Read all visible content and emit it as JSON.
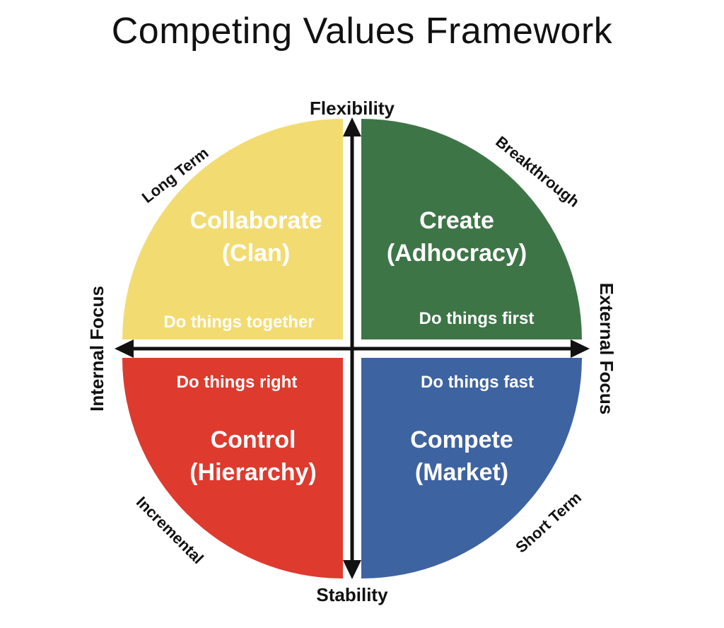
{
  "title": "Competing Values Framework",
  "axes": {
    "top": "Flexibility",
    "bottom": "Stability",
    "left": "Internal Focus",
    "right": "External Focus"
  },
  "corner_labels": {
    "top_left": "Long Term",
    "top_right": "Breakthrough",
    "bottom_left": "Incremental",
    "bottom_right": "Short Term"
  },
  "quadrants": [
    {
      "name": "Collaborate",
      "subtitle": "(Clan)",
      "motto": "Do things together",
      "color": "#F2DC72",
      "position": "top-left"
    },
    {
      "name": "Create",
      "subtitle": "(Adhocracy)",
      "motto": "Do things first",
      "color": "#3E7547",
      "position": "top-right"
    },
    {
      "name": "Control",
      "subtitle": "(Hierarchy)",
      "motto": "Do things right",
      "color": "#DE3A2E",
      "position": "bottom-left"
    },
    {
      "name": "Compete",
      "subtitle": "(Market)",
      "motto": "Do things fast",
      "color": "#3E63A1",
      "position": "bottom-right"
    }
  ],
  "colors": {
    "background": "#FFFFFF",
    "text_dark": "#111111",
    "text_light": "#FFFFFF",
    "axis_arrow": "#111111"
  }
}
